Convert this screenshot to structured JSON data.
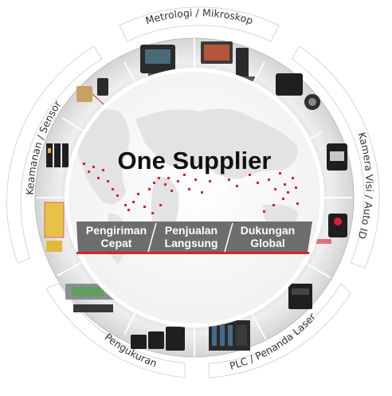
{
  "center": {
    "title": "One Supplier",
    "pillars": [
      {
        "line1": "Pengiriman",
        "line2": "Cepat"
      },
      {
        "line1": "Penjualan",
        "line2": "Langsung"
      },
      {
        "line1": "Dukungan",
        "line2": "Global"
      }
    ]
  },
  "categories": [
    {
      "label": "Metrologi / Mikroskop"
    },
    {
      "label": "Kamera Visi / Auto ID"
    },
    {
      "label": "PLC / Penanda Laser"
    },
    {
      "label": "Pengukuran"
    },
    {
      "label": "Keamanan / Sensor"
    }
  ],
  "colors": {
    "accent_red": "#d8232a",
    "band_gray": "#6d6d6d",
    "ring_gray": "#dcdcdc",
    "text": "#333333"
  }
}
